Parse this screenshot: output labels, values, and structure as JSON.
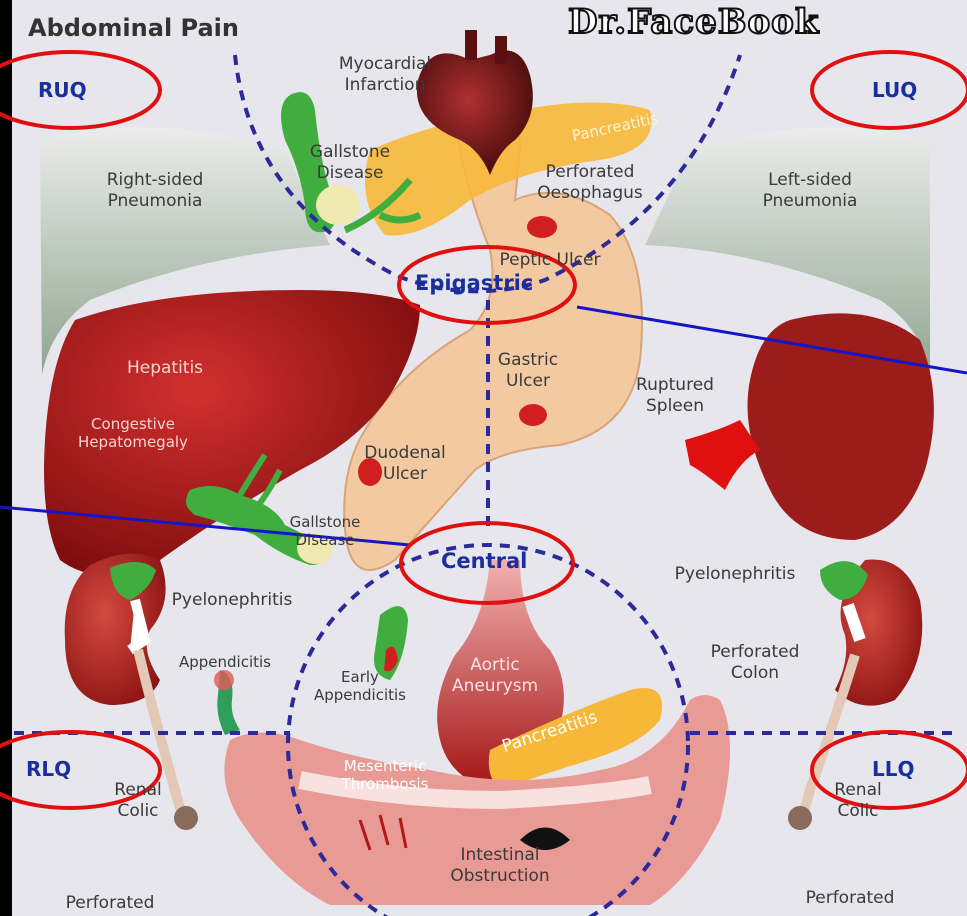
{
  "header": {
    "title": "Abdominal Pain",
    "brand": "Dr.FaceBook"
  },
  "regions": {
    "ruq": "RUQ",
    "luq": "LUQ",
    "rlq": "RLQ",
    "llq": "LLQ",
    "epigastric": "Epigastric",
    "central": "Central"
  },
  "labels": {
    "myocardial_infarction": "Myocardial\nInfarction",
    "pancreatitis_top": "Pancreatitis",
    "gallstone_disease_top": "Gallstone\nDisease",
    "perforated_oesophagus": "Perforated\nOesophagus",
    "right_pneumonia": "Right-sided\nPneumonia",
    "left_pneumonia": "Left-sided\nPneumonia",
    "peptic_ulcer": "Peptic Ulcer",
    "hepatitis": "Hepatitis",
    "congestive_hepatomegaly": "Congestive\nHepatomegaly",
    "gastric_ulcer": "Gastric\nUlcer",
    "ruptured_spleen": "Ruptured\nSpleen",
    "duodenal_ulcer": "Duodenal\nUlcer",
    "gallstone_disease_mid": "Gallstone\nDisease",
    "pyelonephritis_right": "Pyelonephritis",
    "pyelonephritis_left": "Pyelonephritis",
    "appendicitis": "Appendicitis",
    "early_appendicitis": "Early\nAppendicitis",
    "aortic_aneurysm": "Aortic\nAneurysm",
    "perforated_colon": "Perforated\nColon",
    "pancreatitis_center": "Pancreatitis",
    "mesenteric_thrombosis": "Mesenteric\nThrombosis",
    "renal_colic_right": "Renal\nColic",
    "renal_colic_left": "Renal\nColic",
    "intestinal_obstruction": "Intestinal\nObstruction",
    "perforated_bottom_left": "Perforated",
    "perforated_bottom_right": "Perforated"
  },
  "colors": {
    "background": "#e6e6ec",
    "quadrant_text": "#1a2f9c",
    "dashed_line": "#2a2a9a",
    "highlight_circle": "#e01010",
    "pointer_line": "#1515c8",
    "liver": "#a31818",
    "kidney": "#a82020",
    "gallbladder": "#3fae3f",
    "stomach": "#f2c9a0",
    "pancreas": "#f7b83a"
  }
}
